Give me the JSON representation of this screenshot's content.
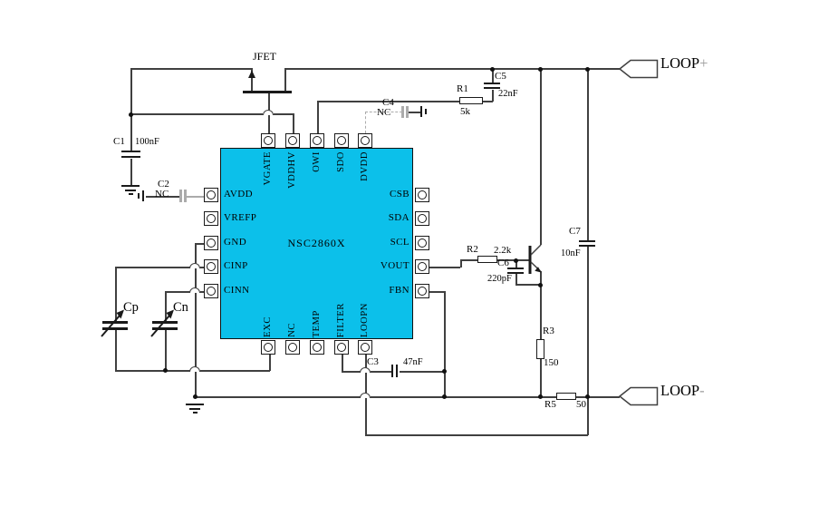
{
  "chip": {
    "name": "NSC2860X",
    "pins": {
      "top": [
        "VGATE",
        "VDDHV",
        "OWI",
        "SDO",
        "DVDD"
      ],
      "bottom": [
        "EXC",
        "NC",
        "TEMP",
        "FILTER",
        "LOOPN"
      ],
      "left": [
        "AVDD",
        "VREFP",
        "GND",
        "CINP",
        "CINN"
      ],
      "right": [
        "CSB",
        "SDA",
        "SCL",
        "VOUT",
        "FBN"
      ]
    }
  },
  "components": {
    "jfet": {
      "ref": "JFET"
    },
    "c1": {
      "ref": "C1",
      "value": "100nF"
    },
    "c2": {
      "ref": "C2",
      "value": "NC"
    },
    "c3": {
      "ref": "C3",
      "value": "47nF"
    },
    "c4": {
      "ref": "C4",
      "value": "NC"
    },
    "c5": {
      "ref": "C5",
      "value": "22nF"
    },
    "c6": {
      "ref": "C6",
      "value": "220pF"
    },
    "c7": {
      "ref": "C7",
      "value": "10nF"
    },
    "cp": {
      "ref": "Cp"
    },
    "cn": {
      "ref": "Cn"
    },
    "r1": {
      "ref": "R1",
      "value": "5k"
    },
    "r2": {
      "ref": "R2",
      "value": "2.2k"
    },
    "r3": {
      "ref": "R3",
      "value": "150"
    },
    "r5": {
      "ref": "R5",
      "value": "50"
    }
  },
  "terminals": {
    "loop_plus": {
      "name": "LOOP",
      "sign": "+"
    },
    "loop_minus": {
      "name": "LOOP",
      "sign": "-"
    }
  },
  "colors": {
    "chip_fill": "#0CC0EA",
    "wire": "#404040",
    "nc_gray": "#ABABAB",
    "terminal_sign_gray": "#9C9C9C",
    "text": "#000000"
  }
}
